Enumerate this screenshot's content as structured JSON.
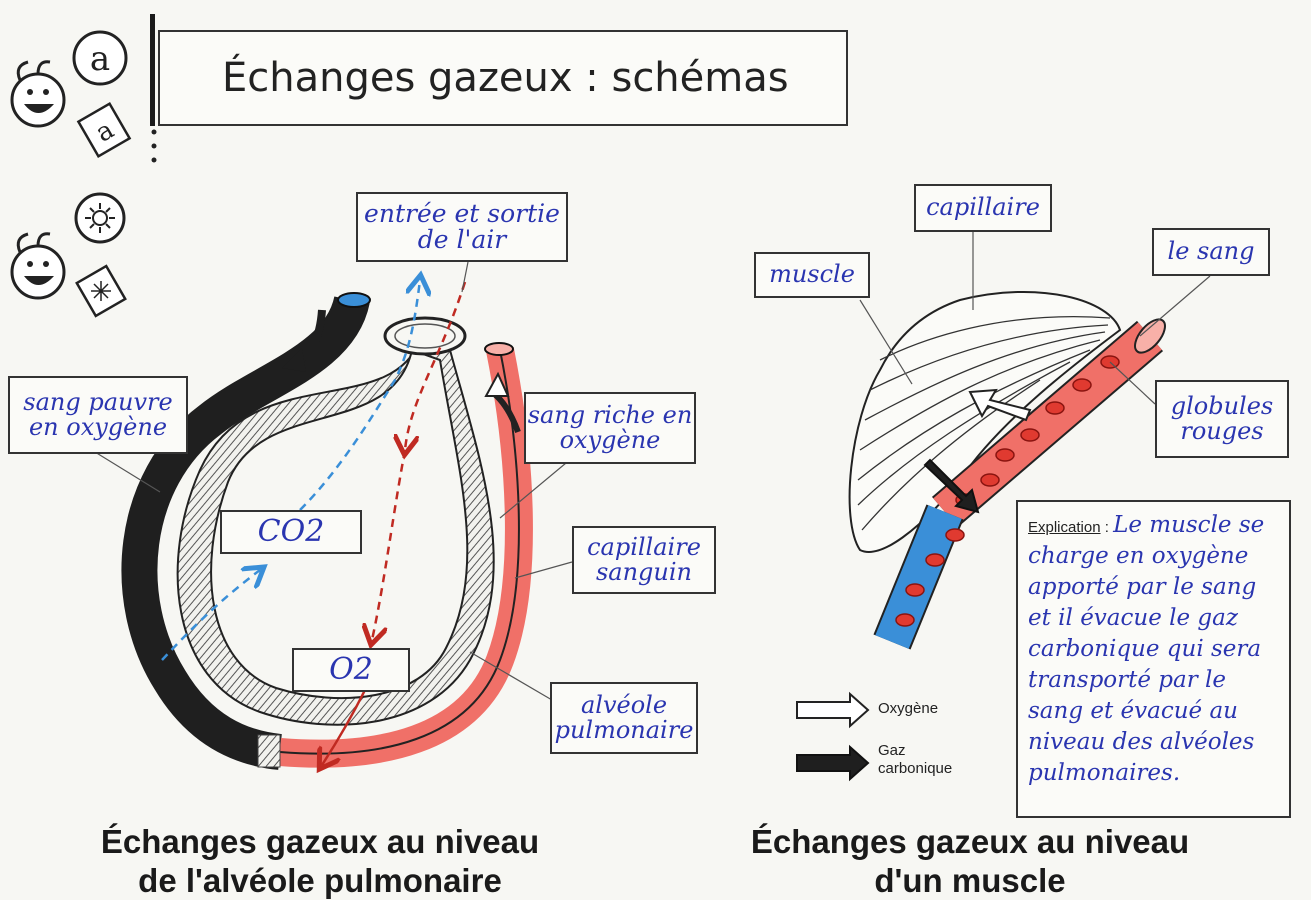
{
  "header": {
    "title": "Échanges gazeux : schémas",
    "mascot_letters": [
      "a",
      "a"
    ]
  },
  "lung_diagram": {
    "labels": {
      "air": "entrée et sortie de l'air",
      "poor_blood": "sang pauvre en oxygène",
      "rich_blood": "sang riche en oxygène",
      "co2": "CO2",
      "o2": "O2",
      "capillary": "capillaire sanguin",
      "alveolus": "alvéole pulmonaire"
    },
    "caption_line1": "Échanges gazeux au niveau",
    "caption_line2": "de l'alvéole pulmonaire"
  },
  "muscle_diagram": {
    "labels": {
      "muscle": "muscle",
      "capillary": "capillaire",
      "blood": "le sang",
      "red_cells": "globules rouges"
    },
    "legend": {
      "oxygen": "Oxygène",
      "co2_line1": "Gaz",
      "co2_line2": "carbonique"
    },
    "explanation": {
      "heading": "Explication",
      "text": "Le muscle se charge en oxygène apporté par le sang et il évacue le gaz carbonique qui sera transporté par le sang et évacué au niveau des alvéoles pulmonaires."
    },
    "caption_line1": "Échanges gazeux au niveau",
    "caption_line2": "d'un muscle"
  },
  "colors": {
    "oxygen_rich_blood": "#f07068",
    "oxygen_poor_blood": "#2a2a2a",
    "capillary_blue": "#3a8fd8",
    "handwriting": "#2a35b0"
  },
  "icons": [
    "mascot-face-icon",
    "speech-bubble-icon",
    "sun-icon",
    "oxygen-arrow-icon",
    "co2-arrow-icon"
  ]
}
